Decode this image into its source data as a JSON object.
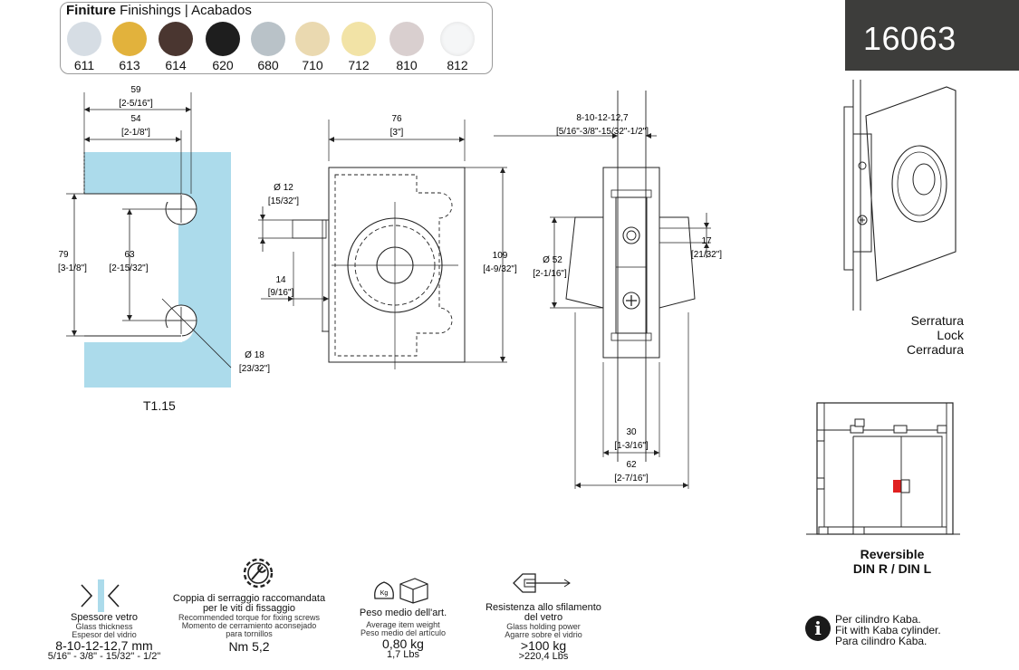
{
  "product_code": "16063",
  "finishes": {
    "title_bold": "Finiture",
    "title_rest": "Finishings | Acabados",
    "items": [
      {
        "code": "611",
        "color": "#d6dde4"
      },
      {
        "code": "613",
        "color": "#e2b23c"
      },
      {
        "code": "614",
        "color": "#4a3630"
      },
      {
        "code": "620",
        "color": "#1e1e1e"
      },
      {
        "code": "680",
        "color": "#b9c2c8"
      },
      {
        "code": "710",
        "color": "#ead9b0"
      },
      {
        "code": "712",
        "color": "#f2e3a6"
      },
      {
        "code": "810",
        "color": "#d9cfcf"
      },
      {
        "code": "812",
        "color": "#f5f6f7"
      }
    ]
  },
  "drawing_left": {
    "w59": "59",
    "w59_in": "[2-5/16\"]",
    "w54": "54",
    "w54_in": "[2-1/8\"]",
    "h79": "79",
    "h79_in": "[3-1/8\"]",
    "h63": "63",
    "h63_in": "[2-15/32\"]",
    "d18": "Ø 18",
    "d18_in": "[23/32\"]",
    "caption": "T1.15"
  },
  "drawing_mid": {
    "w76": "76",
    "w76_in": "[3\"]",
    "d12": "Ø 12",
    "d12_in": "[15/32\"]",
    "w14": "14",
    "w14_in": "[9/16\"]",
    "h109": "109",
    "h109_in": "[4-9/32\"]"
  },
  "drawing_side": {
    "glass": "8-10-12-12,7",
    "glass_in": "[5/16\"-3/8\"-15/32\"-1/2\"]",
    "d52": "Ø 52",
    "d52_in": "[2-1/16\"]",
    "h17": "17",
    "h17_in": "[21/32\"]",
    "w30": "30",
    "w30_in": "[1-3/16\"]",
    "w62": "62",
    "w62_in": "[2-7/16\"]"
  },
  "lock_label": [
    "Serratura",
    "Lock",
    "Cerradura"
  ],
  "reversible": [
    "Reversible",
    "DIN R / DIN L"
  ],
  "specs": {
    "glass": {
      "l1": "Spessore vetro",
      "l2": "Glass thickness",
      "l3": "Espesor del vidrio",
      "val": "8-10-12-12,7 mm",
      "val2": "5/16\" - 3/8\" - 15/32\" - 1/2\""
    },
    "torque": {
      "l1a": "Coppia di serraggio raccomandata",
      "l1b": "per le viti di fissaggio",
      "l2": "Recommended torque for fixing screws",
      "l3a": "Momento de cerramiento aconsejado",
      "l3b": "para tornillos",
      "val": "Nm 5,2"
    },
    "weight": {
      "icon": "Kg",
      "l1": "Peso medio dell'art.",
      "l2": "Average item weight",
      "l3": "Peso medio del artículo",
      "val": "0,80 kg",
      "val2": "1,7 Lbs"
    },
    "hold": {
      "l1a": "Resistenza allo sfilamento",
      "l1b": "del vetro",
      "l2": "Glass holding power",
      "l3": "Agarre sobre el vidrio",
      "val": ">100 kg",
      "val2": ">220,4 Lbs"
    }
  },
  "kaba": [
    "Per cilindro Kaba.",
    "Fit with Kaba cylinder.",
    "Para cilindro Kaba."
  ],
  "info_icon": "i"
}
